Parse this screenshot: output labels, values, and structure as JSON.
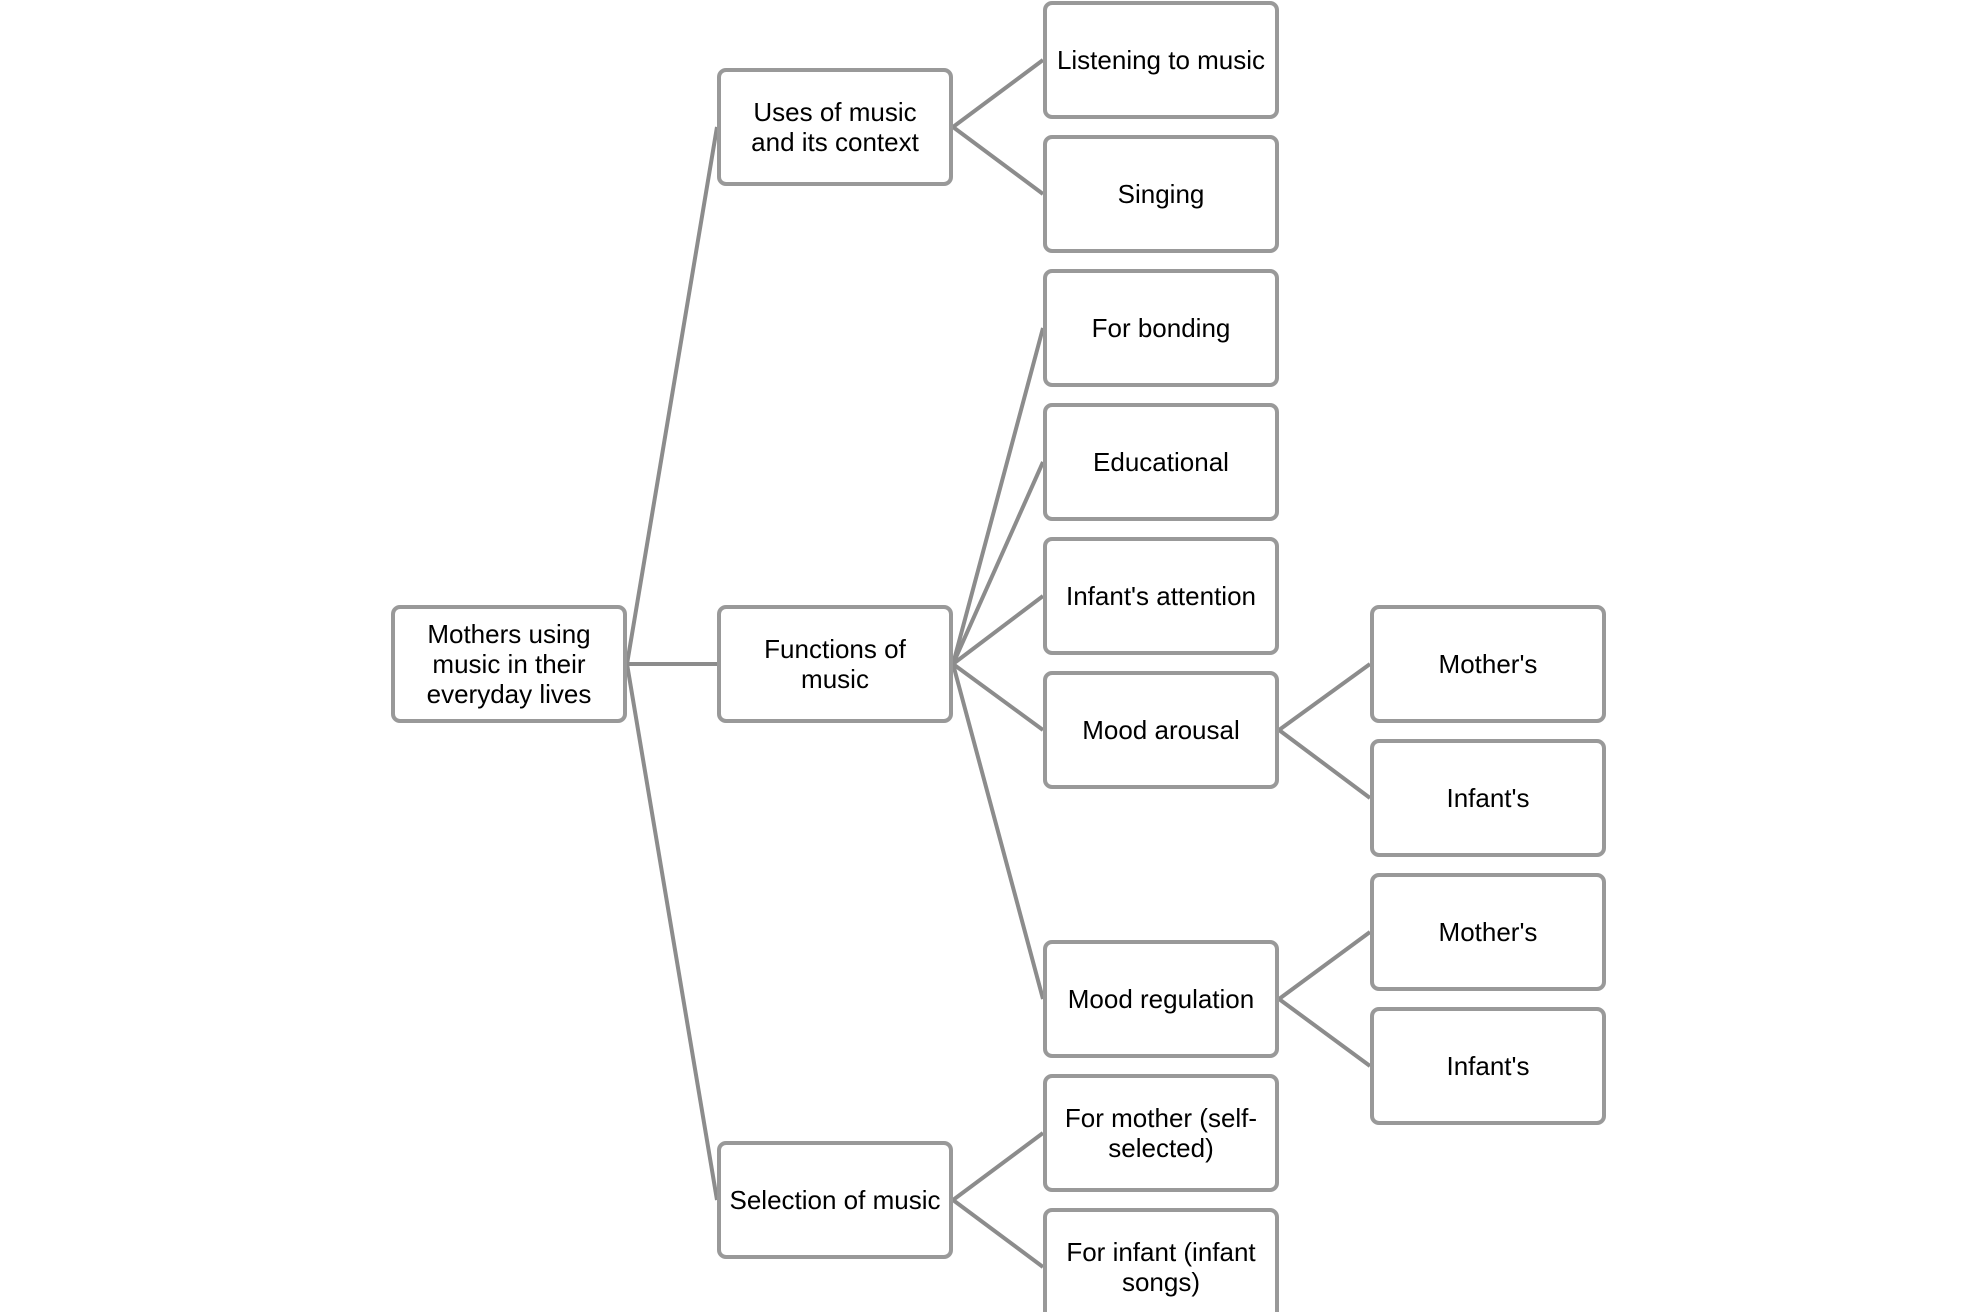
{
  "diagram": {
    "root": {
      "label": "Mothers using music in their everyday lives"
    },
    "branches": [
      {
        "label": "Uses of music and its context",
        "children": [
          {
            "label": "Listening to music"
          },
          {
            "label": "Singing"
          }
        ]
      },
      {
        "label": "Functions of music",
        "children": [
          {
            "label": "For bonding"
          },
          {
            "label": "Educational"
          },
          {
            "label": "Infant's attention"
          },
          {
            "label": "Mood arousal",
            "children": [
              {
                "label": "Mother's"
              },
              {
                "label": "Infant's"
              }
            ]
          },
          {
            "label": "Mood regulation",
            "children": [
              {
                "label": "Mother's"
              },
              {
                "label": "Infant's"
              }
            ]
          }
        ]
      },
      {
        "label": "Selection of music",
        "children": [
          {
            "label": "For mother (self-selected)"
          },
          {
            "label": "For infant (infant songs)"
          }
        ]
      }
    ],
    "colors": {
      "border": "#999999",
      "connector": "#8c8c8c",
      "text": "#000000",
      "background": "#ffffff"
    }
  }
}
